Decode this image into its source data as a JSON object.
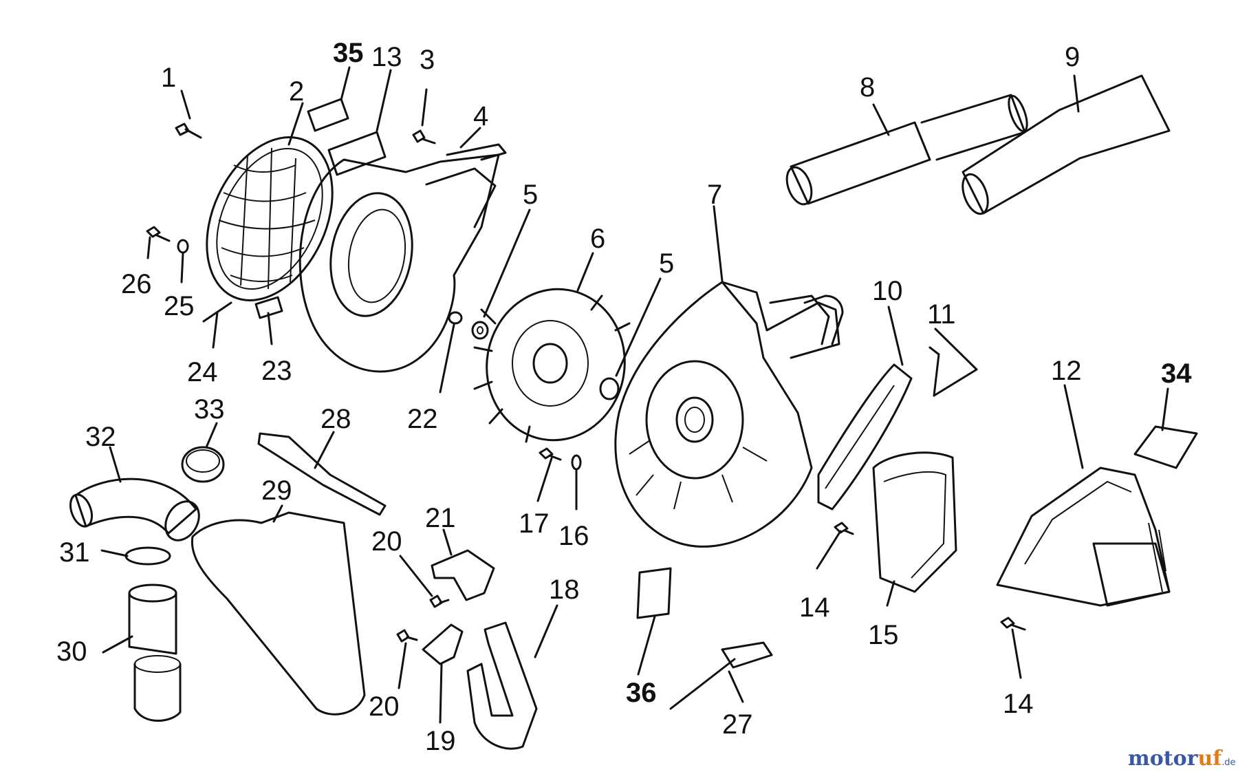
{
  "callouts": {
    "c1": "1",
    "c2": "2",
    "c3": "3",
    "c4": "4",
    "c5a": "5",
    "c5b": "5",
    "c6": "6",
    "c7": "7",
    "c8": "8",
    "c9": "9",
    "c10": "10",
    "c11": "11",
    "c12": "12",
    "c13": "13",
    "c14a": "14",
    "c14b": "14",
    "c15": "15",
    "c16": "16",
    "c17": "17",
    "c18": "18",
    "c19": "19",
    "c20a": "20",
    "c20b": "20",
    "c21": "21",
    "c22": "22",
    "c23": "23",
    "c24": "24",
    "c25": "25",
    "c26": "26",
    "c27": "27",
    "c28": "28",
    "c29": "29",
    "c30": "30",
    "c31": "31",
    "c32": "32",
    "c33": "33",
    "c34": "34",
    "c35": "35",
    "c36": "36"
  },
  "watermark": {
    "brand_part1": "motor",
    "brand_part2": "uf",
    "suffix": ".de"
  },
  "colors": {
    "ink": "#111111",
    "watermark_blue": "#3a56a8",
    "watermark_orange": "#e07b1a"
  }
}
